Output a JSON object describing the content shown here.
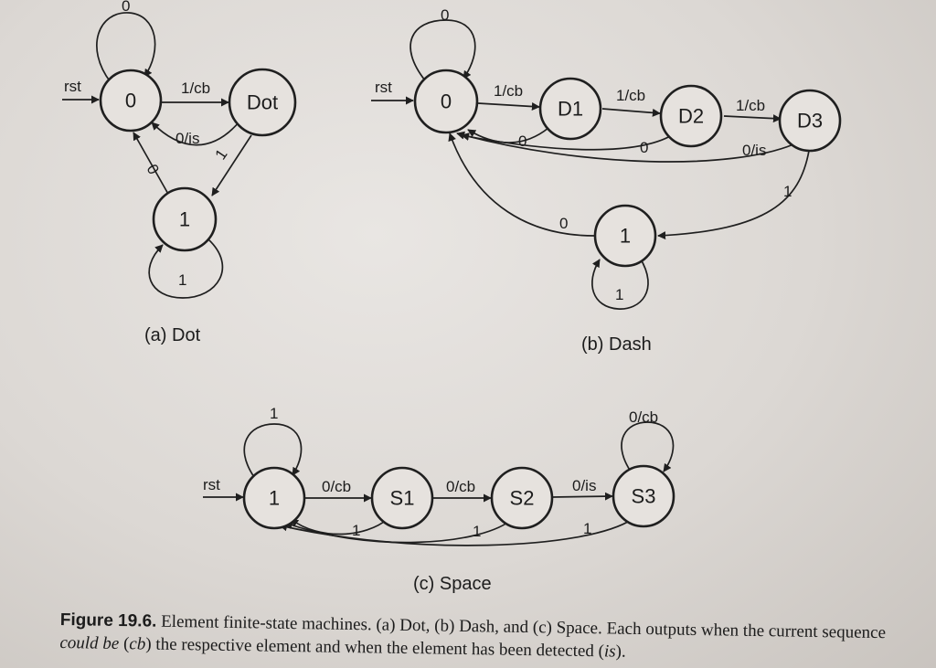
{
  "diagrams": {
    "dot": {
      "subtitle": "(a) Dot",
      "states": [
        "0",
        "Dot",
        "1"
      ],
      "edges": [
        {
          "from": "0",
          "to": "0",
          "label": "0"
        },
        {
          "from": "rst",
          "to": "0",
          "label": "rst"
        },
        {
          "from": "0",
          "to": "Dot",
          "label": "1/cb"
        },
        {
          "from": "Dot",
          "to": "0",
          "label": "0/is"
        },
        {
          "from": "Dot",
          "to": "1",
          "label": "1"
        },
        {
          "from": "1",
          "to": "0",
          "label": "0"
        },
        {
          "from": "1",
          "to": "1",
          "label": "1"
        }
      ]
    },
    "dash": {
      "subtitle": "(b) Dash",
      "states": [
        "0",
        "D1",
        "D2",
        "D3",
        "1"
      ],
      "edges": [
        {
          "from": "0",
          "to": "0",
          "label": "0"
        },
        {
          "from": "rst",
          "to": "0",
          "label": "rst"
        },
        {
          "from": "0",
          "to": "D1",
          "label": "1/cb"
        },
        {
          "from": "D1",
          "to": "D2",
          "label": "1/cb"
        },
        {
          "from": "D2",
          "to": "D3",
          "label": "1/cb"
        },
        {
          "from": "D1",
          "to": "0",
          "label": "0"
        },
        {
          "from": "D2",
          "to": "0",
          "label": "0"
        },
        {
          "from": "D3",
          "to": "0",
          "label": "0/is"
        },
        {
          "from": "D3",
          "to": "1",
          "label": "1"
        },
        {
          "from": "1",
          "to": "0",
          "label": "0"
        },
        {
          "from": "1",
          "to": "1",
          "label": "1"
        }
      ]
    },
    "space": {
      "subtitle": "(c) Space",
      "states": [
        "1",
        "S1",
        "S2",
        "S3"
      ],
      "edges": [
        {
          "from": "1",
          "to": "1",
          "label": "1"
        },
        {
          "from": "rst",
          "to": "1",
          "label": "rst"
        },
        {
          "from": "1",
          "to": "S1",
          "label": "0/cb"
        },
        {
          "from": "S1",
          "to": "S2",
          "label": "0/cb"
        },
        {
          "from": "S2",
          "to": "S3",
          "label": "0/is"
        },
        {
          "from": "S3",
          "to": "S3",
          "label": "0/cb"
        },
        {
          "from": "S1",
          "to": "1",
          "label": "1"
        },
        {
          "from": "S2",
          "to": "1",
          "label": "1"
        },
        {
          "from": "S3",
          "to": "1",
          "label": "1"
        }
      ]
    }
  },
  "caption": {
    "figure_label": "Figure 19.6.",
    "text_1": " Element finite-state machines. (a) Dot, (b) Dash, and (c) Space. Each outputs when the current sequence ",
    "italic_could_be": "could be",
    "text_2": " (",
    "italic_cb": "cb",
    "text_3": ") the respective element and when the element has been detected (",
    "italic_is": "is",
    "text_4": ")."
  }
}
